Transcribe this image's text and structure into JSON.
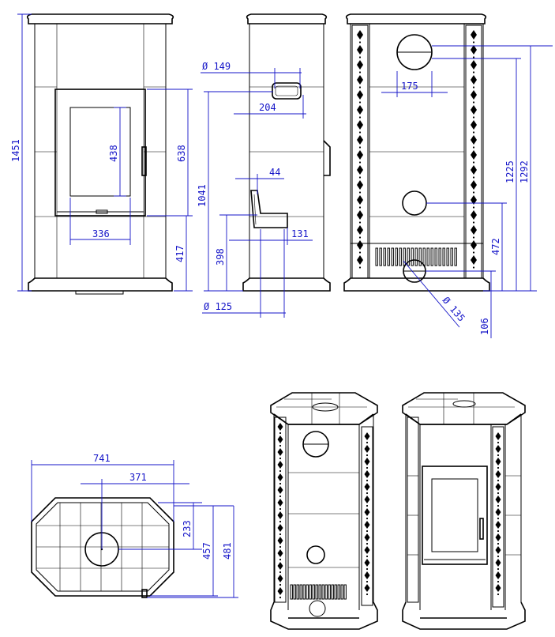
{
  "colors": {
    "dimension": "#1414c8",
    "object": "#000000",
    "background": "#ffffff"
  },
  "dimensions": {
    "front_height": "1451",
    "door_height": "638",
    "glass_height": "438",
    "glass_width": "336",
    "base_to_door": "417",
    "side_flue_dia": "Ø 149",
    "side_flue_depth": "204",
    "side_flue_height": "1041",
    "air_offset": "44",
    "air_depth": "131",
    "air_height": "398",
    "air_dia": "Ø 125",
    "back_flue_width": "175",
    "back_top_flue_height": "1225",
    "back_height": "1292",
    "back_mid_flue_height": "472",
    "back_bottom_height": "106",
    "back_bottom_dia": "Ø 135",
    "plan_width": "741",
    "plan_half_width": "371",
    "plan_flue_depth": "233",
    "plan_depth": "457",
    "plan_total_depth": "481"
  }
}
